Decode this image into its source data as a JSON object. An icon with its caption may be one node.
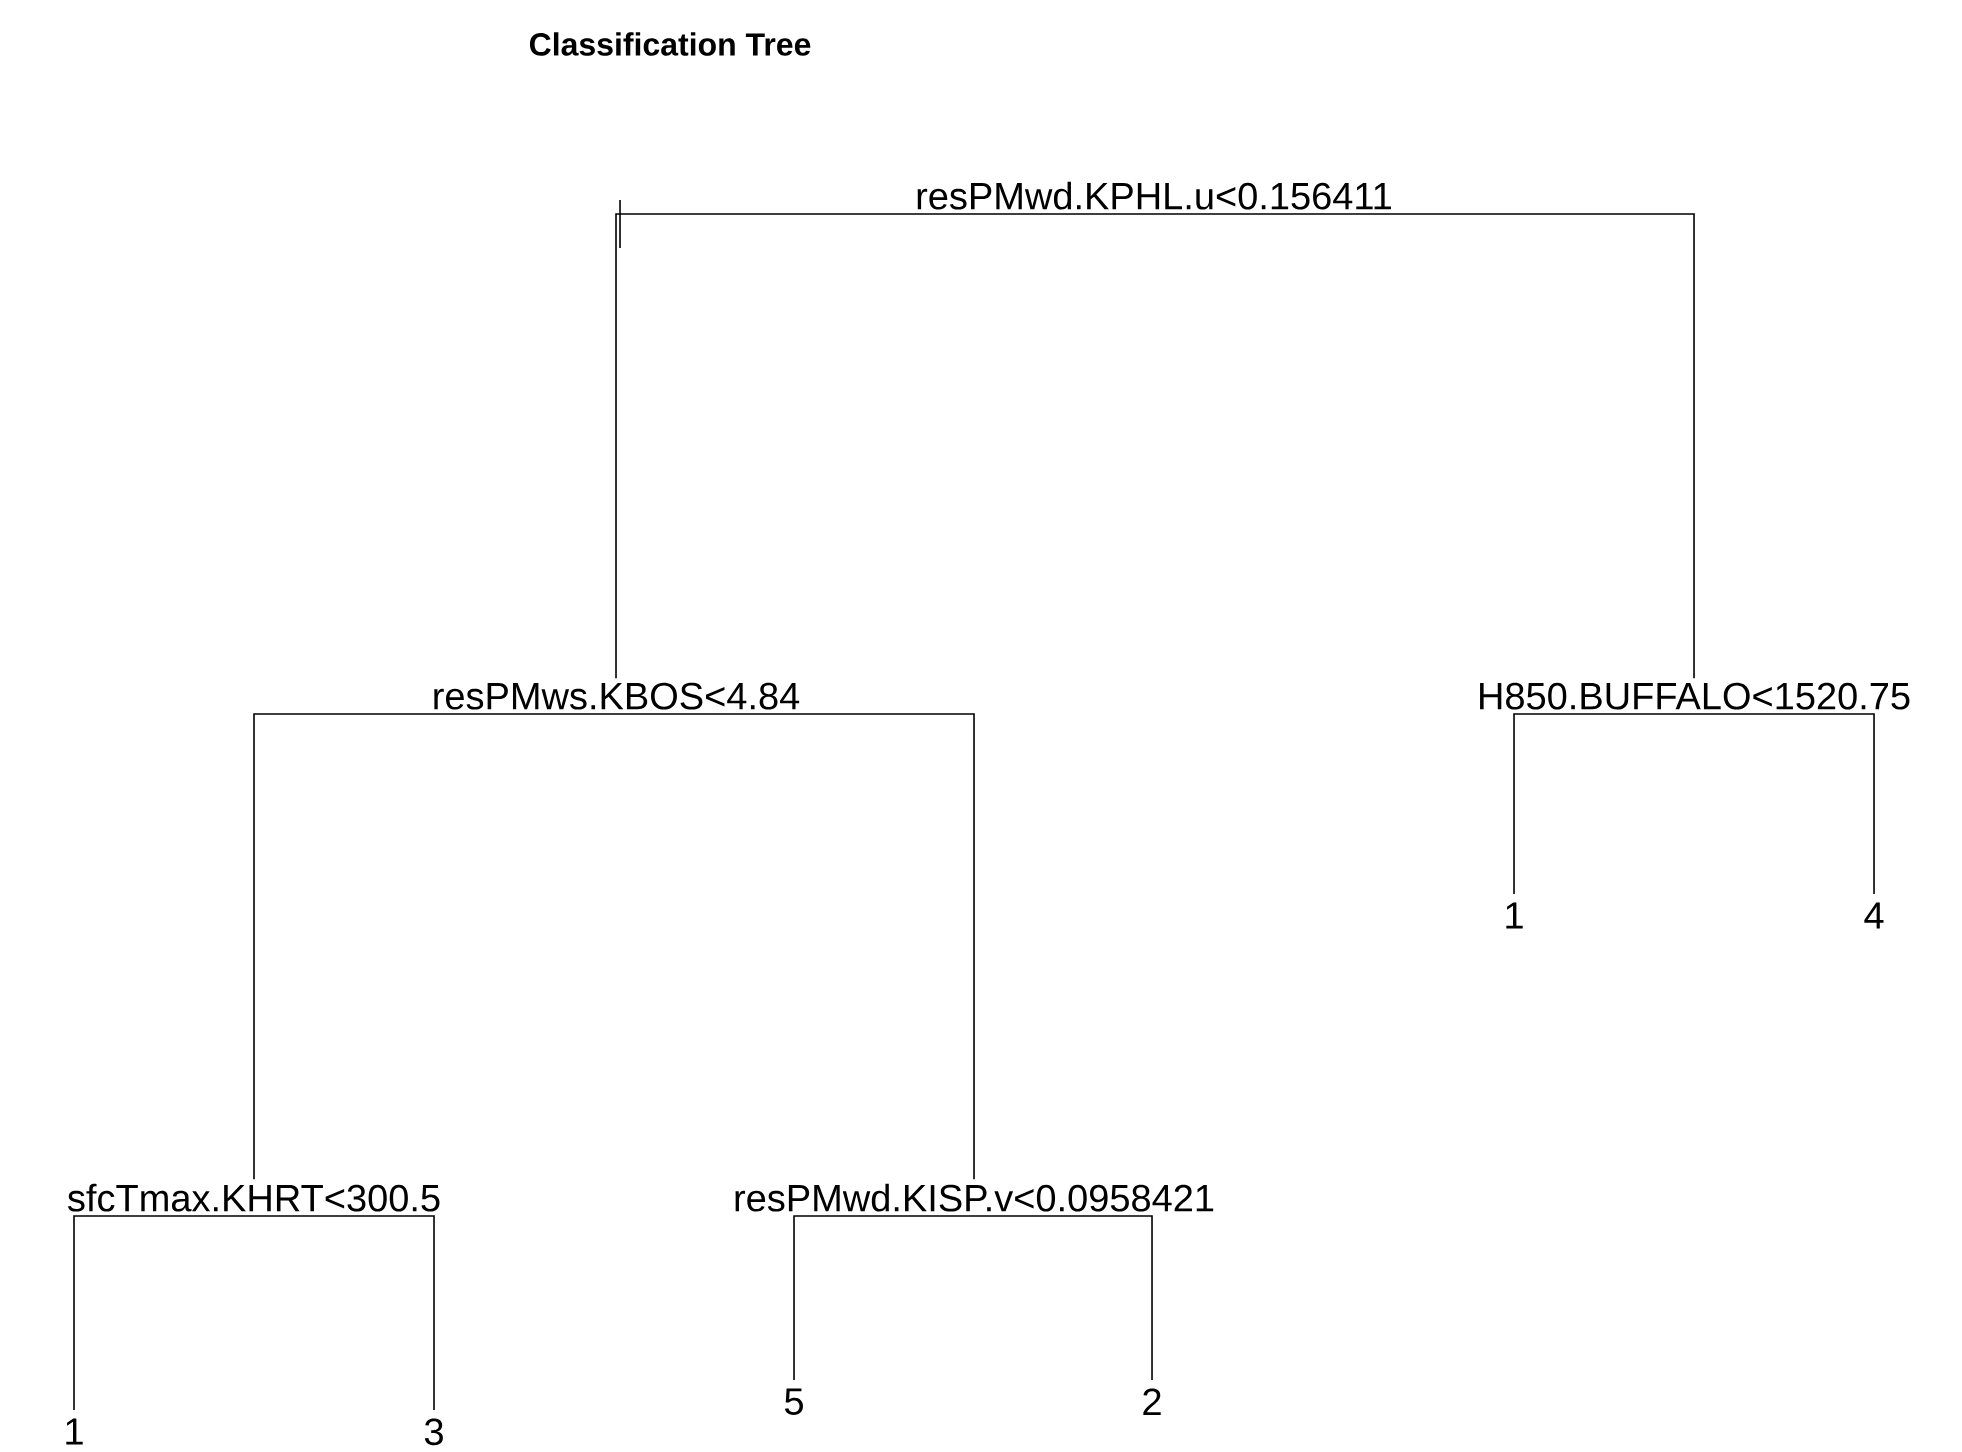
{
  "diagram": {
    "title": "Classification Tree",
    "nodes": [
      {
        "text": [
          "resPMwd.KPHL.u<0.156411"
        ]
      },
      {
        "text": [
          "resPMws.KBOS<4.84"
        ]
      },
      {
        "text": [
          "H850.BUFFALO<1520.75"
        ]
      },
      {
        "text": [
          "sfcTmax.KHRT<300.5"
        ]
      },
      {
        "text": [
          "resPMwd.KISP.v<0.0958421"
        ]
      },
      {
        "text": [
          "1"
        ]
      },
      {
        "text": [
          "4"
        ]
      },
      {
        "text": [
          "1"
        ]
      },
      {
        "text": [
          "3"
        ]
      },
      {
        "text": [
          "5"
        ]
      },
      {
        "text": [
          "2"
        ]
      }
    ],
    "edges": [
      {
        "from": 0,
        "to": 1,
        "arrow": "none"
      },
      {
        "from": 0,
        "to": 2,
        "arrow": "none"
      },
      {
        "from": 1,
        "to": 3,
        "arrow": "none"
      },
      {
        "from": 1,
        "to": 4,
        "arrow": "none"
      },
      {
        "from": 2,
        "to": 5,
        "arrow": "none"
      },
      {
        "from": 2,
        "to": 6,
        "arrow": "none"
      },
      {
        "from": 3,
        "to": 7,
        "arrow": "none"
      },
      {
        "from": 3,
        "to": 8,
        "arrow": "none"
      },
      {
        "from": 4,
        "to": 9,
        "arrow": "none"
      },
      {
        "from": 4,
        "to": 10,
        "arrow": "none"
      }
    ]
  }
}
